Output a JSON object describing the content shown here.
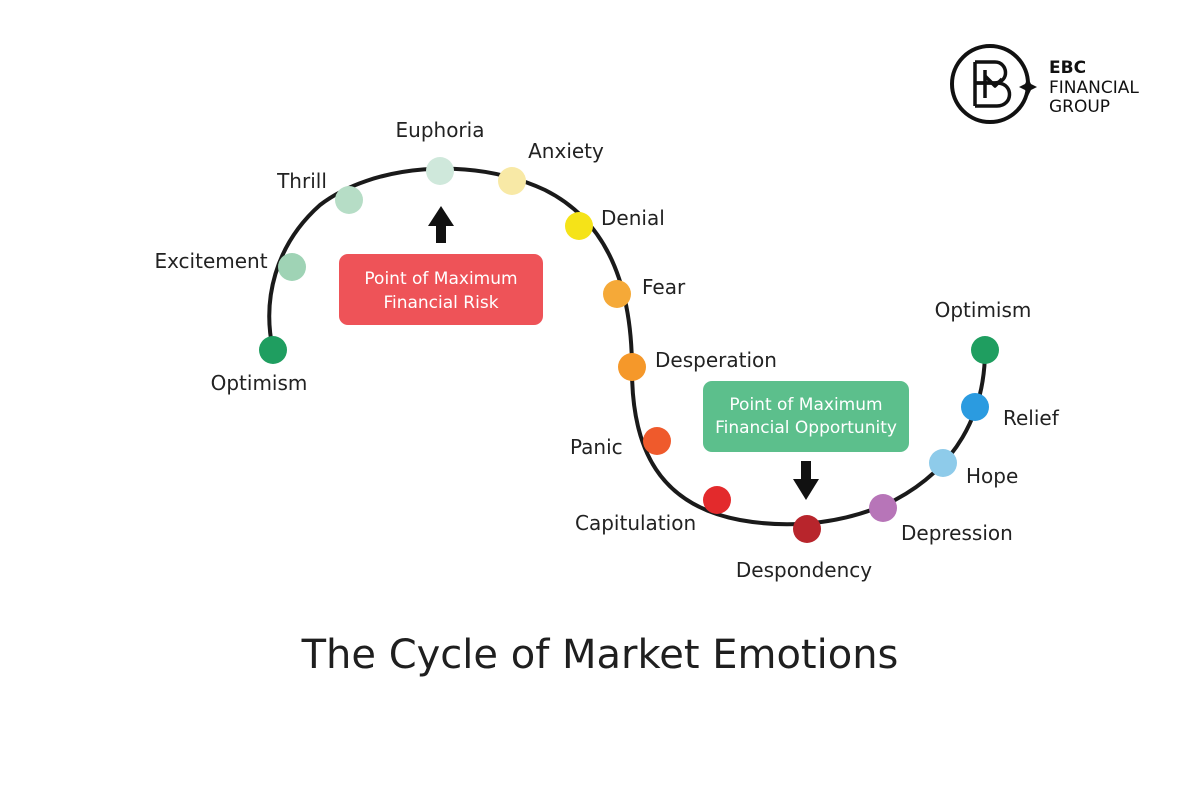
{
  "title": "The Cycle of Market Emotions",
  "logo": {
    "line1": "EBC",
    "line2": "FINANCIAL",
    "line3": "GROUP"
  },
  "stages": [
    {
      "id": "optimism-start",
      "label": "Optimism",
      "color": "#1f9e60"
    },
    {
      "id": "excitement",
      "label": "Excitement",
      "color": "#9fd3b5"
    },
    {
      "id": "thrill",
      "label": "Thrill",
      "color": "#b6ddc6"
    },
    {
      "id": "euphoria",
      "label": "Euphoria",
      "color": "#cfe8db"
    },
    {
      "id": "anxiety",
      "label": "Anxiety",
      "color": "#f8e9a6"
    },
    {
      "id": "denial",
      "label": "Denial",
      "color": "#f5e318"
    },
    {
      "id": "fear",
      "label": "Fear",
      "color": "#f5a938"
    },
    {
      "id": "desperation",
      "label": "Desperation",
      "color": "#f5982a"
    },
    {
      "id": "panic",
      "label": "Panic",
      "color": "#ef5a2c"
    },
    {
      "id": "capitulation",
      "label": "Capitulation",
      "color": "#e32a2c"
    },
    {
      "id": "despondency",
      "label": "Despondency",
      "color": "#b8252c"
    },
    {
      "id": "depression",
      "label": "Depression",
      "color": "#b775b8"
    },
    {
      "id": "hope",
      "label": "Hope",
      "color": "#8ecbea"
    },
    {
      "id": "relief",
      "label": "Relief",
      "color": "#2b9be0"
    },
    {
      "id": "optimism-end",
      "label": "Optimism",
      "color": "#1f9e60"
    }
  ],
  "callouts": {
    "risk": {
      "line1": "Point of Maximum",
      "line2": "Financial Risk",
      "color": "#ee5358"
    },
    "opportunity": {
      "line1": "Point of Maximum",
      "line2": "Financial Opportunity",
      "color": "#5cbf8c"
    }
  },
  "colors": {
    "curve": "#1a1a1a",
    "arrow": "#111111"
  }
}
